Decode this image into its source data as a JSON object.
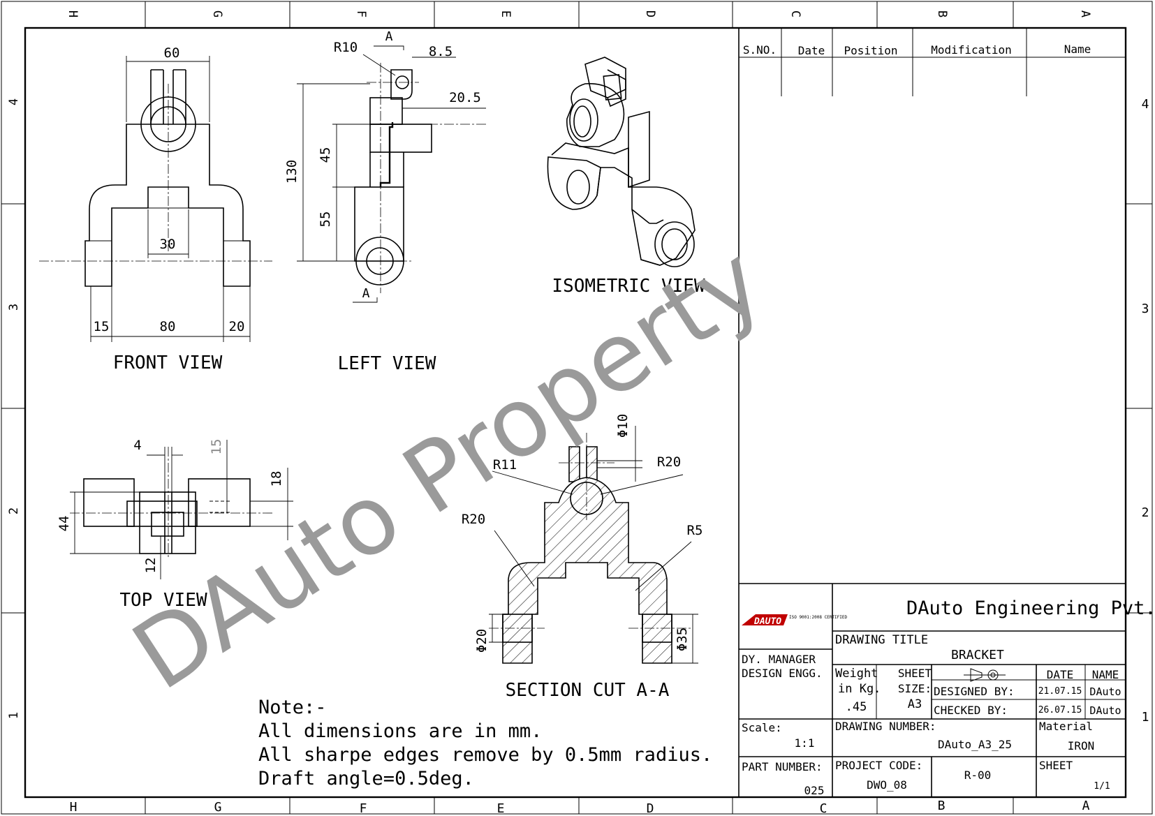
{
  "frame": {
    "zones_top": [
      "H",
      "G",
      "F",
      "E",
      "D",
      "C",
      "B",
      "A"
    ],
    "zones_bottom": [
      "H",
      "G",
      "F",
      "E",
      "D",
      "C",
      "B",
      "A"
    ],
    "rows_left": [
      "4",
      "3",
      "2",
      "1"
    ],
    "rows_right": [
      "4",
      "3",
      "2",
      "1"
    ]
  },
  "revision_table": {
    "headers": [
      "S.NO.",
      "Date",
      "Position",
      "Modification",
      "Name"
    ]
  },
  "views": {
    "front": {
      "label": "FRONT VIEW",
      "dims": {
        "top_width": "60",
        "center_width": "30",
        "left": "15",
        "middle": "80",
        "right": "20"
      }
    },
    "left": {
      "label": "LEFT VIEW",
      "dims": {
        "radius": "R10",
        "offset": "8.5",
        "depth": "20.5",
        "height": "130",
        "upper": "45",
        "lower": "55"
      },
      "section_marks": [
        "A",
        "A"
      ]
    },
    "isometric": {
      "label": "ISOMETRIC VIEW"
    },
    "top": {
      "label": "TOP VIEW",
      "dims": {
        "gap": "4",
        "hidden": "15",
        "depth": "18",
        "height": "44",
        "slot": "12"
      }
    },
    "section": {
      "label": "SECTION CUT A-A",
      "dims": {
        "dia_top": "Φ10",
        "r11": "R11",
        "r20_top": "R20",
        "r20_left": "R20",
        "r5": "R5",
        "dia_left": "Φ20",
        "dia_right": "Φ35"
      }
    }
  },
  "notes": {
    "title": "Note:-",
    "lines": [
      "All dimensions are in mm.",
      "All sharpe edges remove by 0.5mm radius.",
      "Draft angle=0.5deg."
    ]
  },
  "title_block": {
    "logo_text": "DAUTO",
    "iso_badge": "ISO 9001:2008 CERTIFIED",
    "company": "DAuto Engineering Pvt.Ltd.",
    "drawing_title_label": "DRAWING TITLE",
    "drawing_title": "BRACKET",
    "roles": [
      "DY. MANAGER",
      "DESIGN ENGG."
    ],
    "weight_label": [
      "Weight",
      "in Kg."
    ],
    "weight_value": ".45",
    "sheet_size_label": [
      "SHEET",
      "SIZE:"
    ],
    "sheet_size_value": "A3",
    "date_header": "DATE",
    "name_header": "NAME",
    "designed_by_label": "DESIGNED BY:",
    "designed_date": "21.07.15",
    "designed_name": "DAuto",
    "checked_by_label": "CHECKED BY:",
    "checked_date": "26.07.15",
    "checked_name": "DAuto",
    "scale_label": "Scale:",
    "scale_value": "1:1",
    "drawing_number_label": "DRAWING NUMBER:",
    "drawing_number": "DAuto_A3_25",
    "material_label": "Material",
    "material_value": "IRON",
    "part_number_label": "PART NUMBER:",
    "part_number": "025",
    "project_code_label": "PROJECT CODE:",
    "project_code": "DWO_08",
    "revision": "R-00",
    "sheet_label": "SHEET",
    "sheet_value": "1/1"
  },
  "watermark": "DAuto Property"
}
